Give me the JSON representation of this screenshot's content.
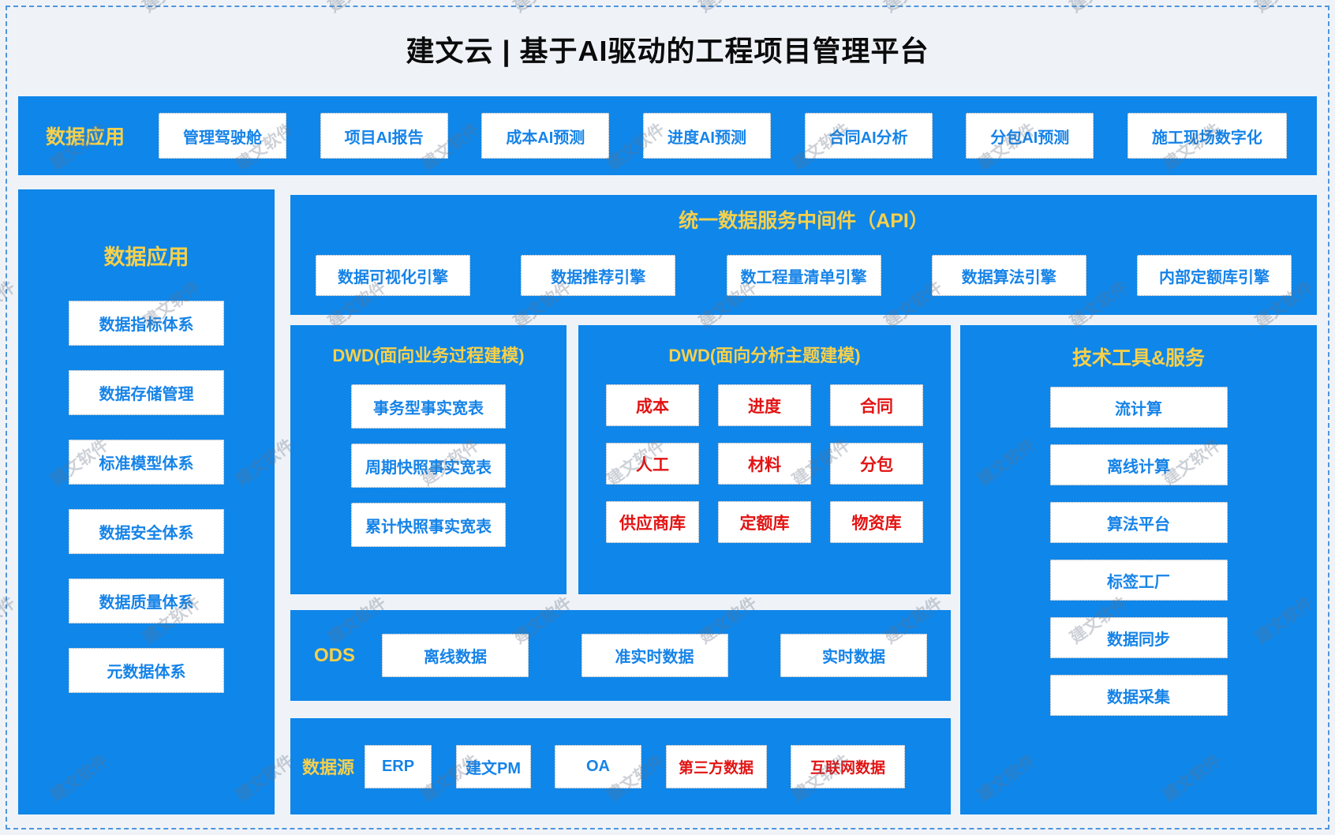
{
  "page": {
    "title": "建文云 | 基于AI驱动的工程项目管理平台",
    "watermark": "建文软件"
  },
  "colors": {
    "panel_blue": "#0f86e9",
    "label_yellow": "#f6d04b",
    "box_text_blue": "#1583e8",
    "box_text_red": "#e21313",
    "background": "#eff3f8"
  },
  "top_bar": {
    "label": "数据应用",
    "items": [
      "管理驾驶舱",
      "项目AI报告",
      "成本AI预测",
      "进度AI预测",
      "合同AI分析",
      "分包AI预测",
      "施工现场数字化"
    ]
  },
  "left_panel": {
    "title": "数据应用",
    "items": [
      "数据指标体系",
      "数据存储管理",
      "标准模型体系",
      "数据安全体系",
      "数据质量体系",
      "元数据体系"
    ]
  },
  "api_panel": {
    "title": "统一数据服务中间件（API）",
    "items": [
      "数据可视化引擎",
      "数据推荐引擎",
      "数工程量清单引擎",
      "数据算法引擎",
      "内部定额库引擎"
    ]
  },
  "dwd_process_panel": {
    "title": "DWD(面向业务过程建模)",
    "items": [
      "事务型事实宽表",
      "周期快照事实宽表",
      "累计快照事实宽表"
    ]
  },
  "dwd_theme_panel": {
    "title": "DWD(面向分析主题建模)",
    "items": [
      "成本",
      "进度",
      "合同",
      "人工",
      "材料",
      "分包",
      "供应商库",
      "定额库",
      "物资库"
    ]
  },
  "tech_panel": {
    "title": "技术工具&服务",
    "items": [
      "流计算",
      "离线计算",
      "算法平台",
      "标签工厂",
      "数据同步",
      "数据采集"
    ]
  },
  "ods_panel": {
    "label": "ODS",
    "items": [
      "离线数据",
      "准实时数据",
      "实时数据"
    ]
  },
  "source_panel": {
    "label": "数据源",
    "items": [
      {
        "label": "ERP",
        "color": "blue"
      },
      {
        "label": "建文PM",
        "color": "blue"
      },
      {
        "label": "OA",
        "color": "blue"
      },
      {
        "label": "第三方数据",
        "color": "red"
      },
      {
        "label": "互联网数据",
        "color": "red"
      }
    ]
  }
}
